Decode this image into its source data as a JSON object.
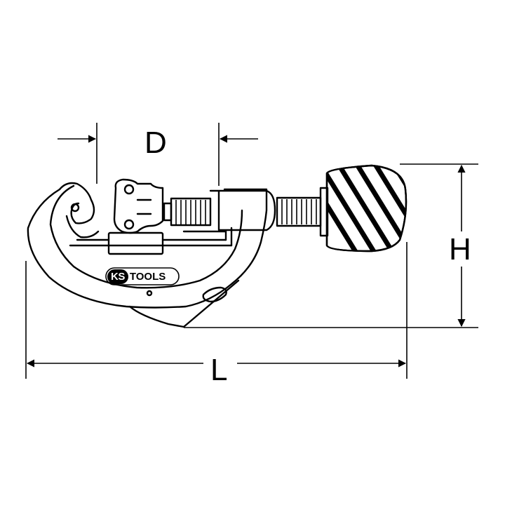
{
  "dimensions": {
    "d_label": "D",
    "h_label": "H",
    "l_label": "L"
  },
  "brand": {
    "logo_first": "KS",
    "logo_second": "TOOLS"
  }
}
